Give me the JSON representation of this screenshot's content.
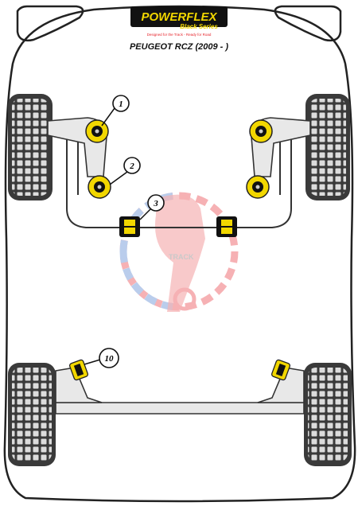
{
  "brand": {
    "name": "POWERFLEX",
    "series": "Black Series",
    "tagline": "Designed for the Track - Ready for Road"
  },
  "vehicle": {
    "title": "PEUGEOT RCZ (2009 - )"
  },
  "watermark": {
    "text": "TRACK"
  },
  "callouts": [
    {
      "id": "1",
      "label": "1"
    },
    {
      "id": "2",
      "label": "2"
    },
    {
      "id": "3",
      "label": "3"
    },
    {
      "id": "10",
      "label": "10"
    }
  ],
  "colors": {
    "bushing_fill": "#f2d700",
    "bushing_core": "#111111",
    "outline": "#222222",
    "tyre": "#3a3a3a",
    "tyre_tread": "#d9d9d9",
    "watermark_red": "#e6232a",
    "watermark_blue": "#3b73c9"
  }
}
